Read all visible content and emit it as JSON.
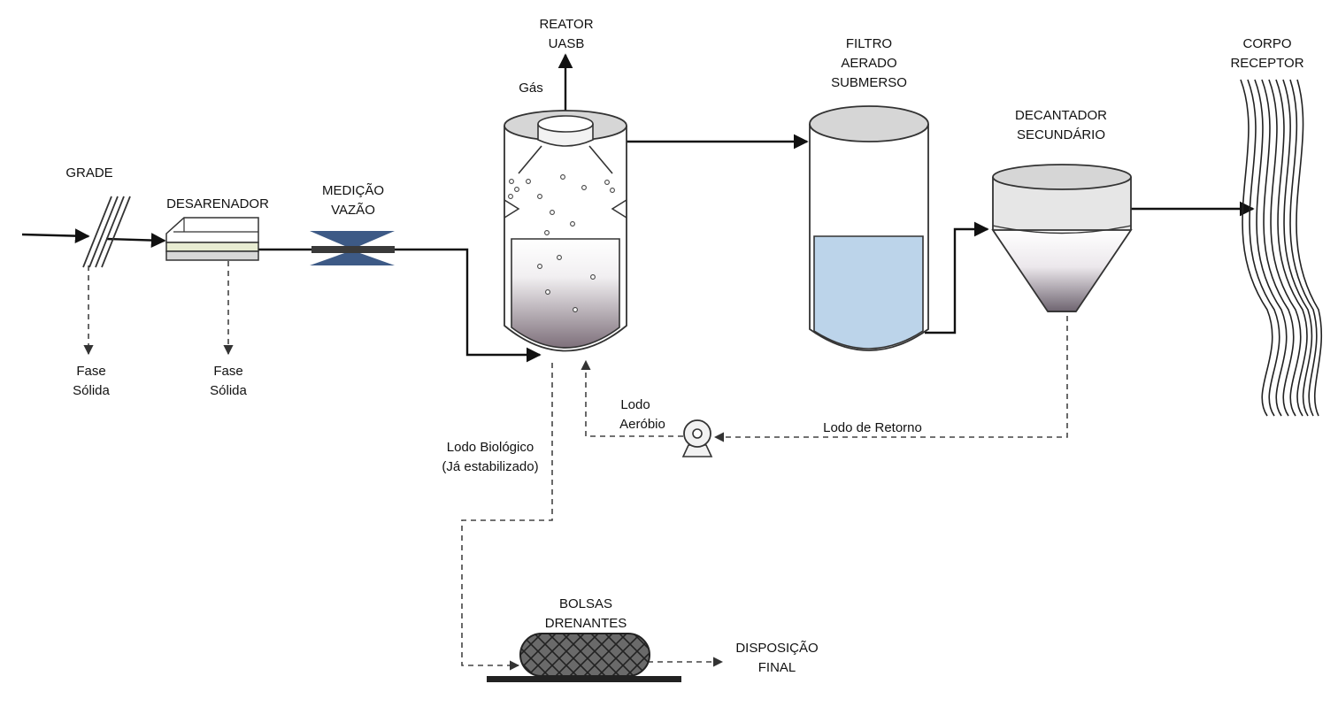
{
  "labels": {
    "grade": "GRADE",
    "desarenador": "DESARENADOR",
    "medicao_l1": "MEDIÇÃO",
    "medicao_l2": "VAZÃO",
    "reator_l1": "REATOR",
    "reator_l2": "UASB",
    "gas": "Gás",
    "filtro_l1": "FILTRO",
    "filtro_l2": "AERADO",
    "filtro_l3": "SUBMERSO",
    "decantador_l1": "DECANTADOR",
    "decantador_l2": "SECUNDÁRIO",
    "corpo_l1": "CORPO",
    "corpo_l2": "RECEPTOR",
    "fase1_l1": "Fase",
    "fase1_l2": "Sólida",
    "fase2_l1": "Fase",
    "fase2_l2": "Sólida",
    "lodo_aer_l1": "Lodo",
    "lodo_aer_l2": "Aeróbio",
    "lodo_retorno": "Lodo de Retorno",
    "lodo_bio_l1": "Lodo Biológico",
    "lodo_bio_l2": "(Já estabilizado)",
    "bolsas_l1": "BOLSAS",
    "bolsas_l2": "DRENANTES",
    "disposicao_l1": "DISPOSIÇÃO",
    "disposicao_l2": "FINAL"
  },
  "colors": {
    "line": "#111111",
    "tank_fill": "#e6e6e6",
    "tank_top": "#d6d6d6",
    "water": "#bcd4ea",
    "sludge_dark": "#7e707b",
    "venturi": "#3d5a86",
    "bag": "#555555"
  }
}
